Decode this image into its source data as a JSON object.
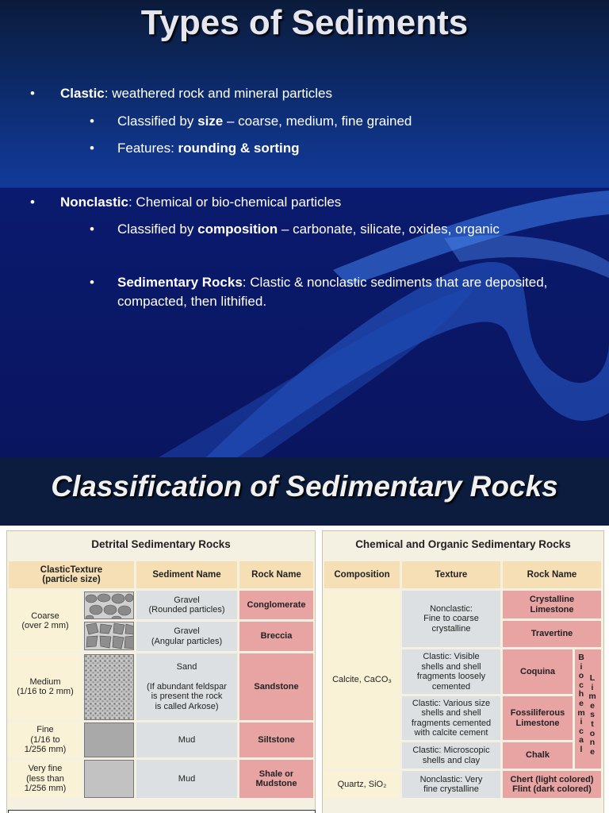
{
  "slide1": {
    "title": "Types of Sediments",
    "bullets": [
      {
        "bold": "Clastic",
        "text": ": weathered rock and mineral particles"
      },
      {
        "text_pre": "Classified by ",
        "bold": "size",
        "text": " – coarse, medium, fine grained"
      },
      {
        "text_pre": "Features: ",
        "bold": "rounding & sorting"
      },
      {
        "bold": "Nonclastic",
        "text": ": Chemical or bio-chemical particles"
      },
      {
        "text_pre": "Classified by ",
        "bold": "composition",
        "text": " – carbonate, silicate, oxides, organic"
      },
      {
        "bold": "Sedimentary Rocks",
        "text": ": Clastic & nonclastic sediments that are deposited,",
        "line2": "compacted, then lithified."
      }
    ]
  },
  "slide2": {
    "title": "Classification of Sedimentary Rocks",
    "detrital": {
      "title": "Detrital Sedimentary Rocks",
      "headers": [
        "ClasticTexture\n(particle size)",
        "Sediment Name",
        "Rock Name"
      ],
      "textures": [
        "Coarse\n(over 2 mm)",
        "Medium\n(1/16 to 2 mm)",
        "Fine\n(1/16 to\n1/256 mm)",
        "Very fine\n(less than\n1/256 mm)"
      ],
      "sediments": [
        "Gravel\n(Rounded particles)",
        "Gravel\n(Angular particles)",
        "Sand\n\n(If abundant feldspar\nis present the rock\nis called Arkose)",
        "Mud",
        "Mud"
      ],
      "rocks": [
        "Conglomerate",
        "Breccia",
        "Sandstone",
        "Siltstone",
        "Shale or\nMudstone"
      ]
    },
    "chemical": {
      "title": "Chemical and Organic Sedimentary Rocks",
      "headers": [
        "Composition",
        "Texture",
        "Rock Name"
      ],
      "compositions": [
        "Calcite, CaCO₃",
        "Quartz, SiO₂"
      ],
      "textures": [
        "Nonclastic:\nFine to coarse\ncrystalline",
        "Clastic: Visible\nshells and shell\nfragments loosely\ncemented",
        "Clastic: Various size\nshells and shell\nfragments cemented\nwith calcite cement",
        "Clastic: Microscopic\nshells and clay",
        "Nonclastic: Very\nfine crystalline"
      ],
      "rocks": [
        "Crystalline\nLimestone",
        "Travertine",
        "Coquina",
        "Fossiliferous\nLimestone",
        "Chalk",
        "Chert (light colored)\nFlint (dark colored)"
      ],
      "vertical_label_1": "Biochemical",
      "vertical_label_2": "Limestone"
    },
    "colors": {
      "header": "#f6dfb4",
      "rock_name": "#e8a3a3",
      "sediment": "#dde0e2"
    }
  }
}
